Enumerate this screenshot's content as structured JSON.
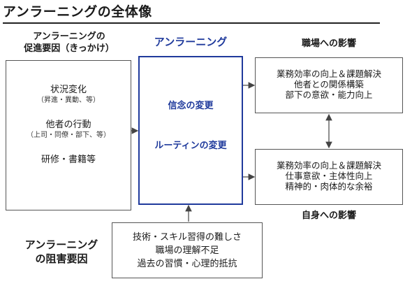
{
  "title": "アンラーニングの全体像",
  "left_header": [
    "アンラーニングの",
    "促進要因（きっかけ）"
  ],
  "left_box": {
    "item1": "状況変化",
    "item1_sub": "（昇進・異動、等）",
    "item2": "他者の行動",
    "item2_sub": "（上司・同僚・部下、等）",
    "item3": "研修・書籍等"
  },
  "center_header": "アンラーニング",
  "center_box": {
    "line1": "信念の変更",
    "line2": "ルーティンの変更"
  },
  "right_top_header": "職場への影響",
  "right_top_box": [
    "業務効率の向上＆課題解決",
    "他者との関係構築",
    "部下の意欲・能力向上"
  ],
  "right_bottom_box": [
    "業務効率の向上＆課題解決",
    "仕事意欲・主体性向上",
    "精神的・肉体的な余裕"
  ],
  "right_bottom_header": "自身への影響",
  "bottom_header": [
    "アンラーニング",
    "の阻害要因"
  ],
  "bottom_box": [
    "技術・スキル習得の難しさ",
    "職場の理解不足",
    "過去の習慣・心理的抵抗"
  ],
  "colors": {
    "accent": "#1f3a9c",
    "border": "#555555"
  }
}
